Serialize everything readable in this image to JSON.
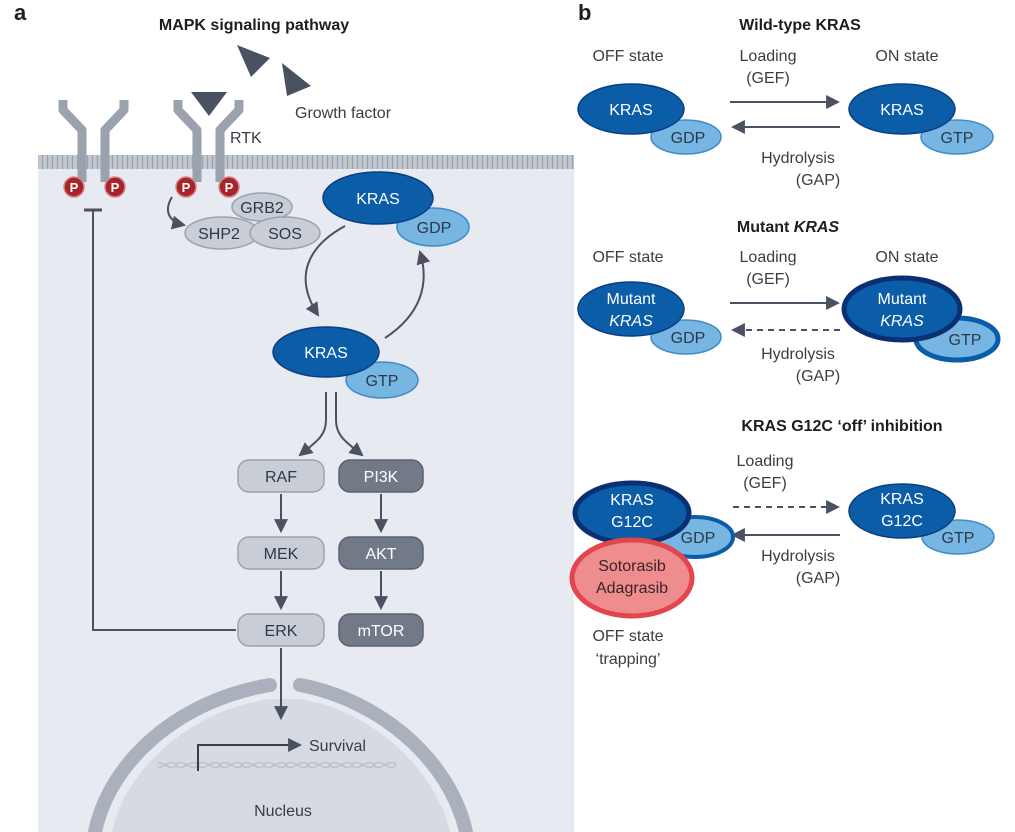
{
  "panel_a": {
    "letter": "a",
    "title": "MAPK signaling pathway",
    "growth_factor": "Growth factor",
    "rtk": "RTK",
    "phospho": "P",
    "grb2": "GRB2",
    "shp2": "SHP2",
    "sos": "SOS",
    "kras_gdp": {
      "protein": "KRAS",
      "nucleotide": "GDP"
    },
    "kras_gtp": {
      "protein": "KRAS",
      "nucleotide": "GTP"
    },
    "raf": "RAF",
    "mek": "MEK",
    "erk": "ERK",
    "pi3k": "PI3K",
    "akt": "AKT",
    "mtor": "mTOR",
    "survival": "Survival",
    "nucleus": "Nucleus"
  },
  "panel_b": {
    "letter": "b",
    "wild_type": {
      "heading": "Wild-type KRAS",
      "off_state": "OFF state",
      "on_state": "ON state",
      "loading": "Loading",
      "gef": "(GEF)",
      "hydrolysis": "Hydrolysis",
      "gap": "(GAP)",
      "off_protein": "KRAS",
      "off_nucleotide": "GDP",
      "on_protein": "KRAS",
      "on_nucleotide": "GTP"
    },
    "mutant": {
      "heading_prefix": "Mutant ",
      "heading_gene": "KRAS",
      "off_state": "OFF state",
      "on_state": "ON state",
      "loading": "Loading",
      "gef": "(GEF)",
      "hydrolysis": "Hydrolysis",
      "gap": "(GAP)",
      "off_line1": "Mutant",
      "off_line2": "KRAS",
      "off_nucleotide": "GDP",
      "on_line1": "Mutant",
      "on_line2": "KRAS",
      "on_nucleotide": "GTP"
    },
    "g12c": {
      "heading": "KRAS G12C ‘off’ inhibition",
      "loading": "Loading",
      "gef": "(GEF)",
      "hydrolysis": "Hydrolysis",
      "gap": "(GAP)",
      "off_line1": "KRAS",
      "off_line2": "G12C",
      "off_nucleotide": "GDP",
      "drug_line1": "Sotorasib",
      "drug_line2": "Adagrasib",
      "on_line1": "KRAS",
      "on_line2": "G12C",
      "on_nucleotide": "GTP",
      "trap_line1": "OFF state",
      "trap_line2": "‘trapping’"
    }
  },
  "colors": {
    "kras_dark": "#0b5da8",
    "kras_navy": "#0a2f72",
    "nucleotide_light": "#77b5e2",
    "cell_fill": "#e7ebf1",
    "membrane": "#a9b0ba",
    "node_light": "#c9ced6",
    "node_dark": "#737a87",
    "arrow": "#4a5160",
    "phospho_red": "#a8242b",
    "drug_red": "#e2464c",
    "drug_fill": "#ee8c8e"
  }
}
